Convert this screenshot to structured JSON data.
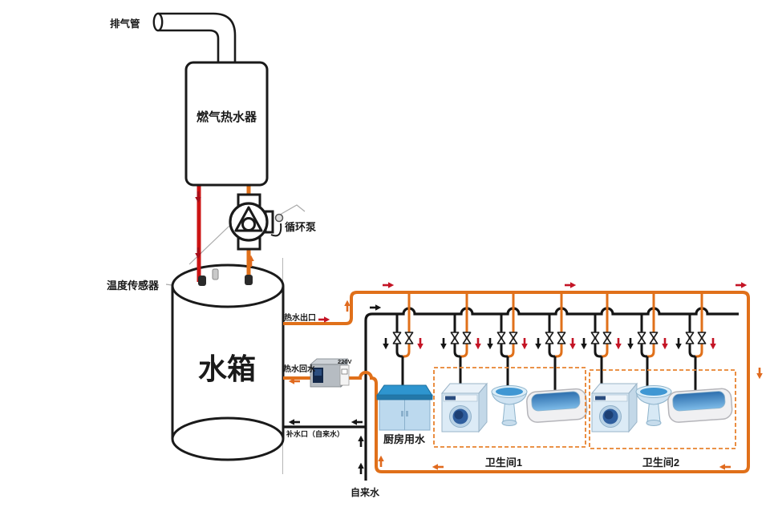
{
  "diagram": {
    "type": "hot-water-circulation-system",
    "labels": {
      "exhaust_pipe": "排气管",
      "gas_water_heater": "燃气热水器",
      "circulation_pump": "循环泵",
      "temperature_sensor": "温度传感器",
      "water_tank": "水箱",
      "hot_water_outlet": "热水出口",
      "hot_water_return": "热水回水",
      "power": "220V",
      "makeup_water_port": "补水口（自来水）",
      "kitchen_water": "厨房用水",
      "bathroom_1": "卫生间1",
      "bathroom_2": "卫生间2",
      "tap_water": "自来水"
    },
    "colors": {
      "hot_supply_pipe": "#e0701a",
      "heater_feed_pipe": "#cc1414",
      "cold_water_pipe": "#151515",
      "flow_arrow_red": "#c41425",
      "flow_arrow_orange": "#e06a1e",
      "bathroom_zone_border": "#e8822e"
    },
    "fixtures": [
      {
        "zone": "kitchen",
        "name": "kitchen-sink-cabinet"
      },
      {
        "zone": "bathroom_1",
        "name": "washing-machine"
      },
      {
        "zone": "bathroom_1",
        "name": "pedestal-sink"
      },
      {
        "zone": "bathroom_1",
        "name": "bathtub"
      },
      {
        "zone": "bathroom_2",
        "name": "washing-machine"
      },
      {
        "zone": "bathroom_2",
        "name": "pedestal-sink"
      },
      {
        "zone": "bathroom_2",
        "name": "bathtub"
      }
    ]
  }
}
